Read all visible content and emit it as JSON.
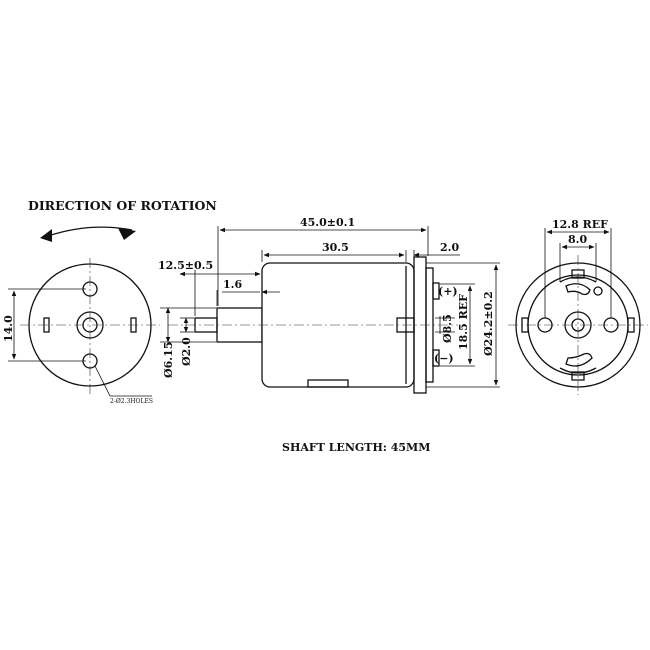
{
  "labels": {
    "direction_of_rotation": "DIRECTION OF ROTATION",
    "shaft_length": "SHAFT LENGTH: 45MM",
    "holes": "2-Ø2.3HOLES"
  },
  "dimensions": {
    "left_height": "14.0",
    "overall_length": "45.0±0.1",
    "body_length": "30.5",
    "end_cap": "2.0",
    "shaft_ext": "12.5±0.5",
    "boss_len": "1.6",
    "boss_dia": "Ø6.15",
    "shaft_dia": "Ø2.0",
    "bearing_dia": "Ø8.5",
    "terminal_span": "18.5 REF",
    "body_dia": "Ø24.2±0.2",
    "right_span": "12.8 REF",
    "right_inner": "8.0"
  },
  "terminals": {
    "positive": "(+)",
    "negative": "(−)"
  }
}
